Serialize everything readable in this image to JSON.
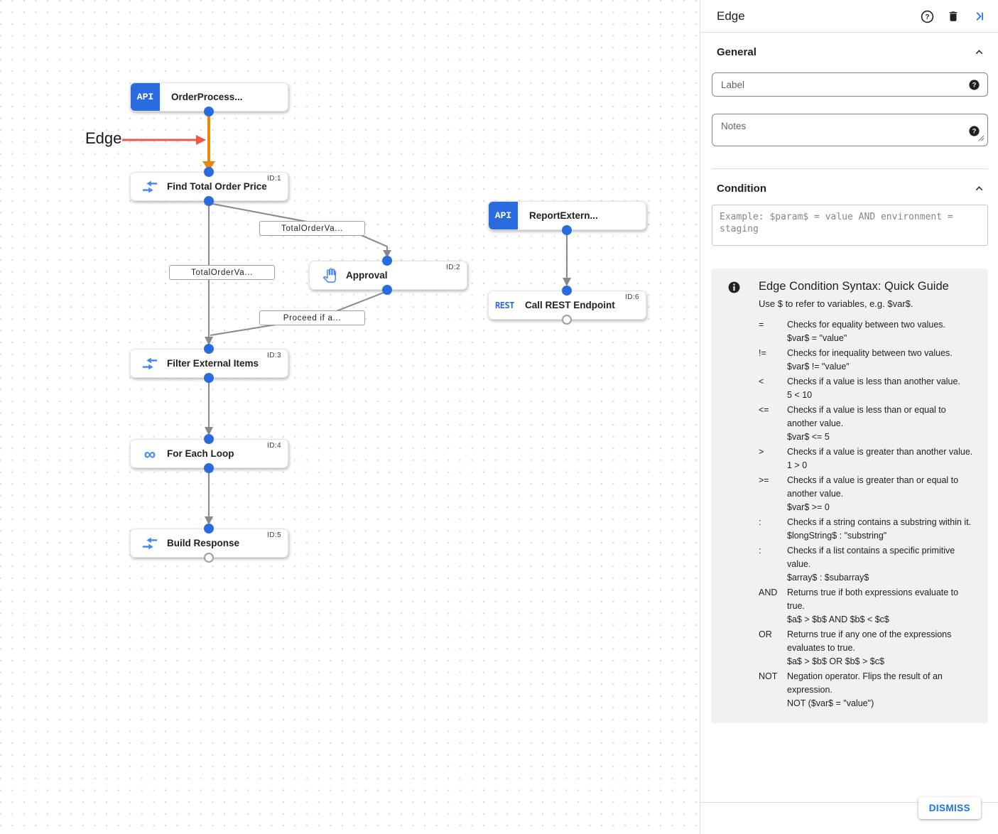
{
  "canvas": {
    "annotation_label": "Edge",
    "nodes": [
      {
        "title": "OrderProcess...",
        "badge": "API"
      },
      {
        "title": "Find Total Order Price",
        "id": "ID:1"
      },
      {
        "title": "Approval",
        "id": "ID:2"
      },
      {
        "title": "Filter External Items",
        "id": "ID:3"
      },
      {
        "title": "For Each Loop",
        "id": "ID:4"
      },
      {
        "title": "Build Response",
        "id": "ID:5"
      },
      {
        "title": "ReportExtern...",
        "badge": "API"
      },
      {
        "title": "Call REST Endpoint",
        "id": "ID:6",
        "badge": "REST"
      }
    ],
    "edge_labels": [
      "TotalOrderVa...",
      "TotalOrderVa...",
      "Proceed if a..."
    ],
    "icons": {
      "loop_glyph": "∞"
    }
  },
  "panel": {
    "title": "Edge",
    "general": {
      "heading": "General",
      "label_placeholder": "Label",
      "notes_placeholder": "Notes"
    },
    "condition": {
      "heading": "Condition",
      "placeholder": "Example: $param$ = value AND environment = staging"
    },
    "guide": {
      "title": "Edge Condition Syntax: Quick Guide",
      "subtitle": "Use $ to refer to variables, e.g. $var$.",
      "rows": [
        {
          "op": "=",
          "desc": "Checks for equality between two values.",
          "example": "$var$ = \"value\""
        },
        {
          "op": "!=",
          "desc": "Checks for inequality between two values.",
          "example": "$var$ != \"value\""
        },
        {
          "op": "<",
          "desc": "Checks if a value is less than another value.",
          "example": "5 < 10"
        },
        {
          "op": "<=",
          "desc": "Checks if a value is less than or equal to another value.",
          "example": "$var$ <= 5"
        },
        {
          "op": ">",
          "desc": "Checks if a value is greater than another value.",
          "example": "1 > 0"
        },
        {
          "op": ">=",
          "desc": "Checks if a value is greater than or equal to another value.",
          "example": "$var$ >= 0"
        },
        {
          "op": ":",
          "desc": "Checks if a string contains a substring within it.",
          "example": "$longString$ : \"substring\""
        },
        {
          "op": ":",
          "desc": "Checks if a list contains a specific primitive value.",
          "example": "$array$ : $subarray$"
        },
        {
          "op": "AND",
          "desc": "Returns true if both expressions evaluate to true.",
          "example": "$a$ > $b$ AND $b$ < $c$"
        },
        {
          "op": "OR",
          "desc": "Returns true if any one of the expressions evaluates to true.",
          "example": "$a$ > $b$ OR $b$ > $c$"
        },
        {
          "op": "NOT",
          "desc": "Negation operator. Flips the result of an expression.",
          "example": "NOT ($var$ = \"value\")"
        }
      ]
    },
    "dismiss_label": "DISMISS",
    "colors": {
      "accent": "#1a73e8",
      "edge_highlight": "#e8890c",
      "annotation_arrow": "#f05649",
      "node_blue": "#2a6be0",
      "icon_blue": "#4285f4"
    }
  }
}
